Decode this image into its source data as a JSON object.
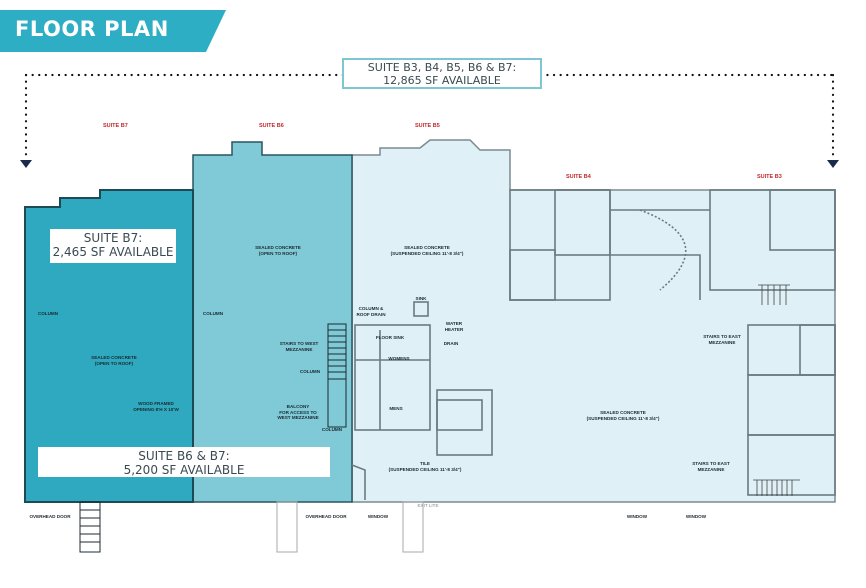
{
  "header": {
    "title": "FLOOR PLAN"
  },
  "availability": {
    "total": {
      "line1": "SUITE B3, B4, B5, B6 & B7:",
      "line2": "12,865 SF AVAILABLE"
    },
    "b7": {
      "line1": "SUITE B7:",
      "line2": "2,465 SF AVAILABLE"
    },
    "b6_b7": {
      "line1": "SUITE B6 & B7:",
      "line2": "5,200 SF AVAILABLE"
    }
  },
  "suites": [
    "SUITE B7",
    "SUITE B6",
    "SUITE B5",
    "SUITE B4",
    "SUITE B3"
  ],
  "labels": {
    "column": "COLUMN",
    "sealed_open_1": "SEALED CONCRETE",
    "sealed_open_2": "(OPEN TO ROOF)",
    "sealed_susp_1": "SEALED CONCRETE",
    "sealed_susp_2": "(SUSPENDED CEILING 11'-8 3/4\")",
    "wood_framed_1": "WOOD FRAMED",
    "wood_framed_2": "OPENING 8'H X 10'W",
    "stairs_west_1": "STAIRS TO WEST",
    "stairs_west_2": "MEZZANINE",
    "balcony_1": "BALCONY",
    "balcony_2": "FOR ACCESS TO",
    "balcony_3": "WEST MEZZANINE",
    "column_roof_1": "COLUMN &",
    "column_roof_2": "ROOF DRAIN",
    "sink": "SINK",
    "water_heater_1": "WATER",
    "water_heater_2": "HEATER",
    "floor_sink": "FLOOR SINK",
    "drain": "DRAIN",
    "womens": "WOMENS",
    "mens": "MENS",
    "tile_1": "TILE",
    "tile_2": "(SUSPENDED CEILING 11'-8 3/4\")",
    "stairs_east_1": "STAIRS TO EAST",
    "stairs_east_2": "MEZZANINE",
    "overhead_door": "OVERHEAD DOOR",
    "window": "WINDOW",
    "exit_lite": "EXIT LITE"
  },
  "colors": {
    "brand": "#2eaec4",
    "suite_b7": "#2ea9bf",
    "suite_b6": "#7fcad6",
    "suite_b3_b5": "#dff1f6",
    "suite_label": "#c0282b"
  }
}
